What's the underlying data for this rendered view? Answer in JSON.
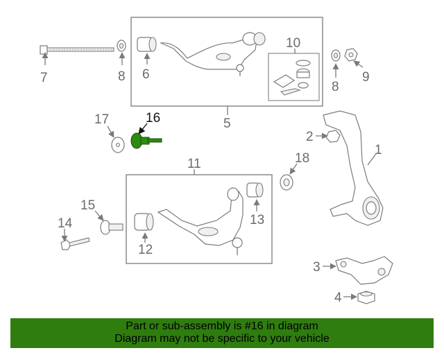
{
  "diagram": {
    "highlight_color": "#2f8a12",
    "labels": {
      "p1": "1",
      "p2": "2",
      "p3": "3",
      "p4": "4",
      "p5": "5",
      "p6": "6",
      "p7": "7",
      "p8a": "8",
      "p8b": "8",
      "p9": "9",
      "p10": "10",
      "p11": "11",
      "p12": "12",
      "p13": "13",
      "p14": "14",
      "p15": "15",
      "p16": "16",
      "p17": "17",
      "p18": "18"
    }
  },
  "banner": {
    "background": "#2f7d0f",
    "line1": "Part or sub-assembly is #16 in diagram",
    "line2": "Diagram may not be specific to your vehicle"
  }
}
